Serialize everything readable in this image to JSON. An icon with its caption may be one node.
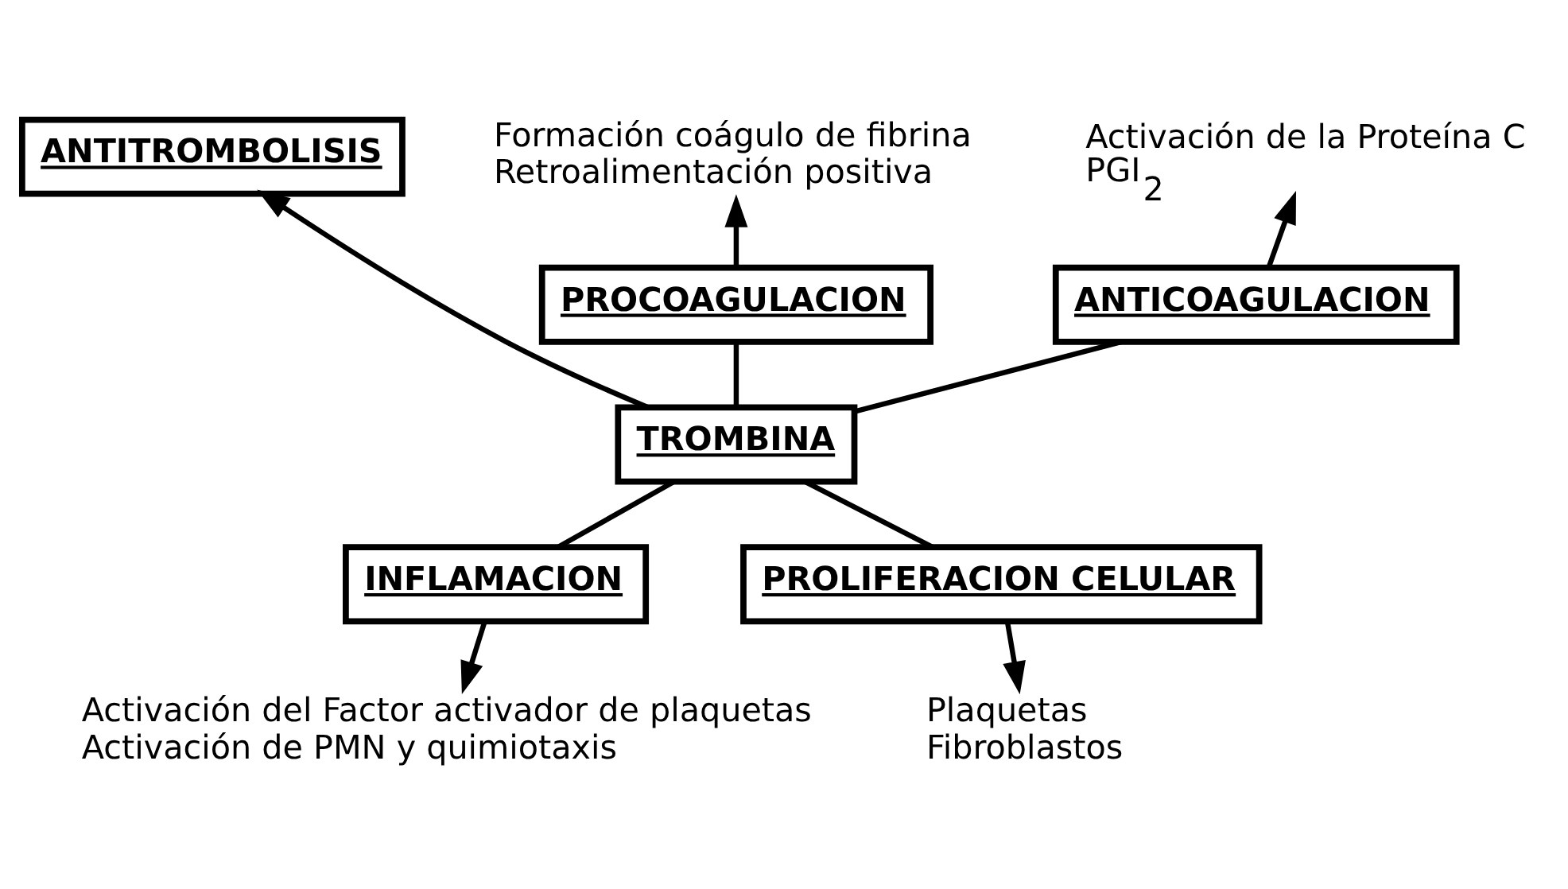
{
  "diagram": {
    "nodes": [
      {
        "text": [
          "TROMBINA"
        ]
      },
      {
        "text": [
          "ANTITROMBOLISIS"
        ]
      },
      {
        "text": [
          "PROCOAGULACION"
        ]
      },
      {
        "text": [
          "ANTICOAGULACION"
        ]
      },
      {
        "text": [
          "INFLAMACION"
        ]
      },
      {
        "text": [
          "PROLIFERACION CELULAR"
        ]
      },
      {
        "text": [
          "Formación coágulo de fibrina",
          "Retroalimentación positiva"
        ]
      },
      {
        "text": [
          "Activación de la Proteína C",
          "PGI$_{2}$"
        ]
      },
      {
        "text": [
          "Activación del Factor activador de plaquetas",
          "Activación de PMN y quimiotaxis"
        ]
      },
      {
        "text": [
          "Plaquetas",
          "Fibroblastos"
        ]
      }
    ],
    "edges": [
      {
        "from": 0,
        "to": 1,
        "arrow": "to"
      },
      {
        "from": 0,
        "to": 2,
        "arrow": "none"
      },
      {
        "from": 0,
        "to": 3,
        "arrow": "none"
      },
      {
        "from": 0,
        "to": 4,
        "arrow": "none"
      },
      {
        "from": 0,
        "to": 5,
        "arrow": "none"
      },
      {
        "from": 2,
        "to": 6,
        "arrow": "to"
      },
      {
        "from": 3,
        "to": 7,
        "arrow": "to"
      },
      {
        "from": 4,
        "to": 8,
        "arrow": "to"
      },
      {
        "from": 5,
        "to": 9,
        "arrow": "to"
      }
    ]
  }
}
